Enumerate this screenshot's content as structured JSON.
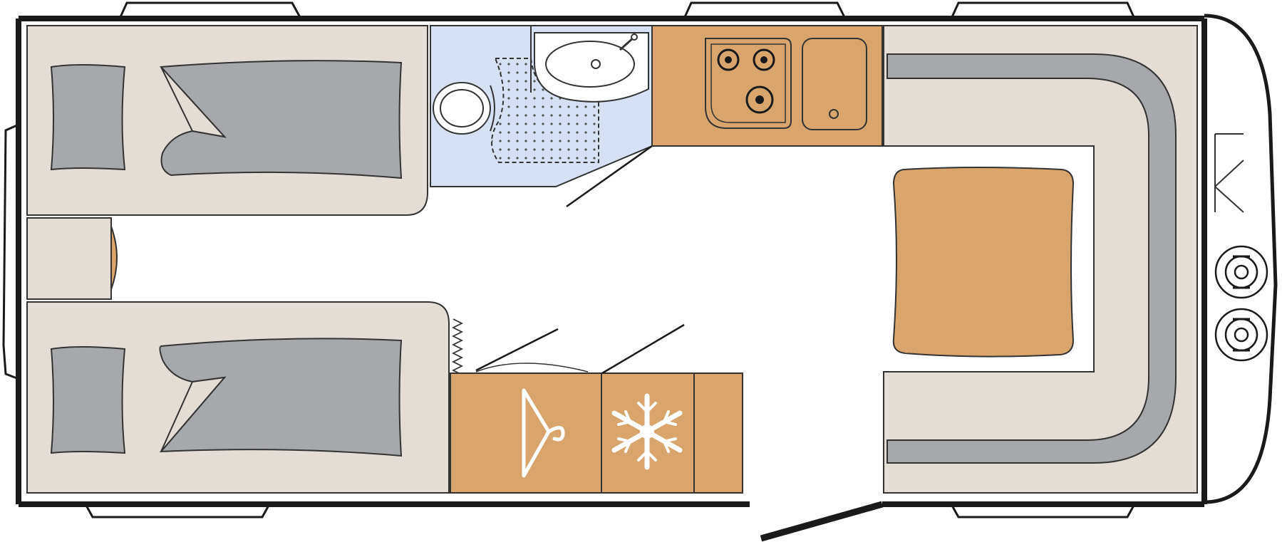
{
  "floorplan": {
    "layout_type": "caravan floor plan, top view",
    "palette": {
      "wall": "#1a1a1a",
      "floor": "#ffffff",
      "upholstery_base": "#e4ddd6",
      "mattress": "#a7a8ab",
      "wood": "#d9a56c",
      "bathroom": "#d6e2f3",
      "seat_back": "#a7a8ab"
    },
    "zones": [
      {
        "id": "rear-bed-top",
        "kind": "single bed"
      },
      {
        "id": "rear-bed-bottom",
        "kind": "single bed"
      },
      {
        "id": "washroom",
        "kind": "toilet, washbasin, shower tray"
      },
      {
        "id": "kitchen",
        "kind": "3-burner hob and sink"
      },
      {
        "id": "wardrobe",
        "kind": "wardrobe",
        "icon": "hanger-icon"
      },
      {
        "id": "fridge",
        "kind": "refrigerator",
        "icon": "snowflake-icon"
      },
      {
        "id": "side-cabinet",
        "kind": "cabinet"
      },
      {
        "id": "front-dinette",
        "kind": "U-shaped seating with table"
      },
      {
        "id": "entrance-door",
        "kind": "door"
      },
      {
        "id": "drawbar",
        "kind": "drawbar with gas bottles",
        "icon": "gas-bottle-icon"
      }
    ]
  }
}
